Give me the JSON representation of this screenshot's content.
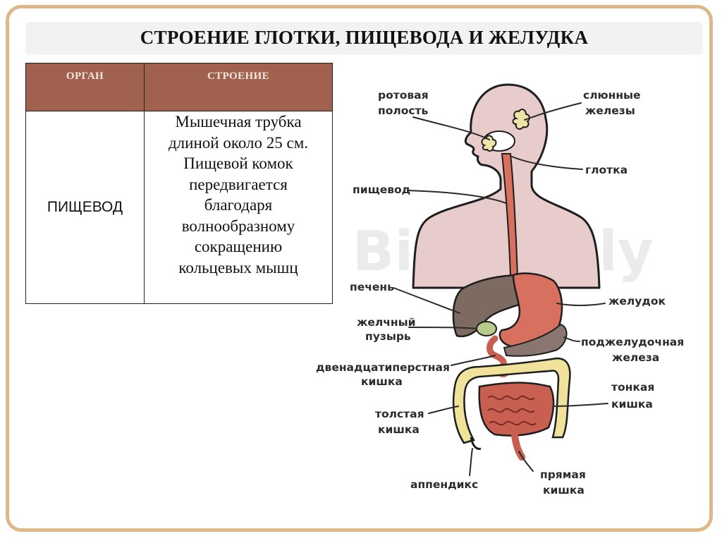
{
  "slide": {
    "title": "СТРОЕНИЕ ГЛОТКИ, ПИЩЕВОДА И ЖЕЛУДКА"
  },
  "table": {
    "headers": [
      "ОРГАН",
      "СТРОЕНИЕ"
    ],
    "rows": [
      {
        "organ": "ПИЩЕВОД",
        "description_lines": [
          "Мышечная трубка",
          "длиной около 25 см.",
          "Пищевой комок",
          "передвигается",
          "благодаря",
          "волнообразному",
          "сокращению",
          "кольцевых мышц"
        ]
      }
    ]
  },
  "diagram": {
    "watermark": "BioFamily",
    "labels": {
      "oral_cavity": [
        "ротовая",
        "полость"
      ],
      "salivary_glands": [
        "слюнные",
        "железы"
      ],
      "pharynx": [
        "глотка"
      ],
      "esophagus": [
        "пищевод"
      ],
      "liver": [
        "печень"
      ],
      "stomach": [
        "желудок"
      ],
      "gallbladder": [
        "желчный",
        "пузырь"
      ],
      "pancreas": [
        "поджелудочная",
        "железа"
      ],
      "duodenum": [
        "двенадцатиперстная",
        "кишка"
      ],
      "small_intestine": [
        "тонкая",
        "кишка"
      ],
      "large_intestine": [
        "толстая",
        "кишка"
      ],
      "appendix": [
        "аппендикс"
      ],
      "rectum": [
        "прямая",
        "кишка"
      ]
    },
    "colors": {
      "body": "#e8cccc",
      "liver": "#7d6b62",
      "stomach": "#d8705f",
      "pancreas": "#8a7670",
      "gallbladder": "#b8cc8a",
      "colon": "#f0e29a",
      "small_intestine": "#c85f50",
      "salivary": "#efe3a8"
    }
  }
}
